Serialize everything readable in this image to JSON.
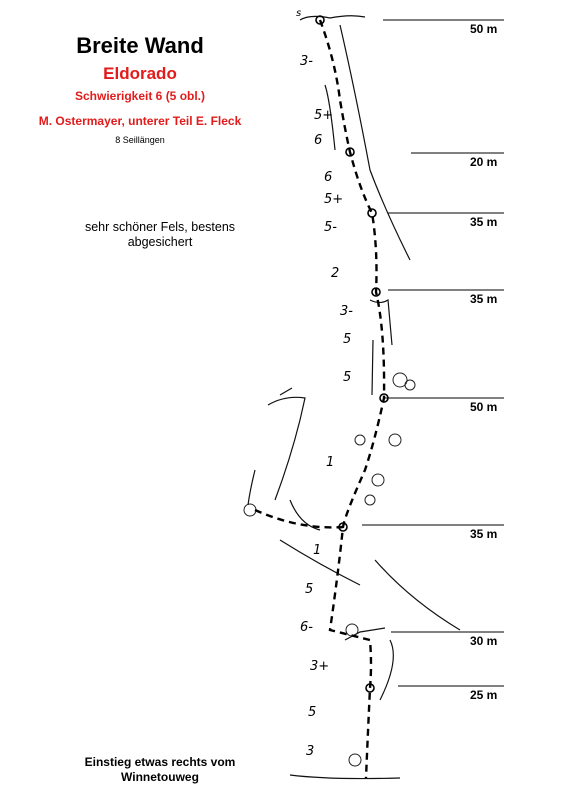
{
  "header": {
    "title": "Breite Wand",
    "route_name": "Eldorado",
    "difficulty": "Schwierigkeit 6 (5 obl.)",
    "first_ascent": "M. Ostermayer, unterer Teil E. Fleck",
    "pitch_count": "8 Seillängen"
  },
  "notes": {
    "rock": "sehr schöner Fels, bestens abgesichert",
    "approach": "Einstieg etwas rechts vom Winnetouweg"
  },
  "pitch_lengths": [
    "50 m",
    "20 m",
    "35 m",
    "35 m",
    "50 m",
    "35 m",
    "30 m",
    "25 m"
  ],
  "grades": [
    "3-",
    "5+",
    "6",
    "6",
    "5+",
    "5-",
    "2",
    "3-",
    "5",
    "5",
    "1",
    "1",
    "5",
    "6-",
    "3+",
    "5",
    "3"
  ],
  "top_label": "s"
}
